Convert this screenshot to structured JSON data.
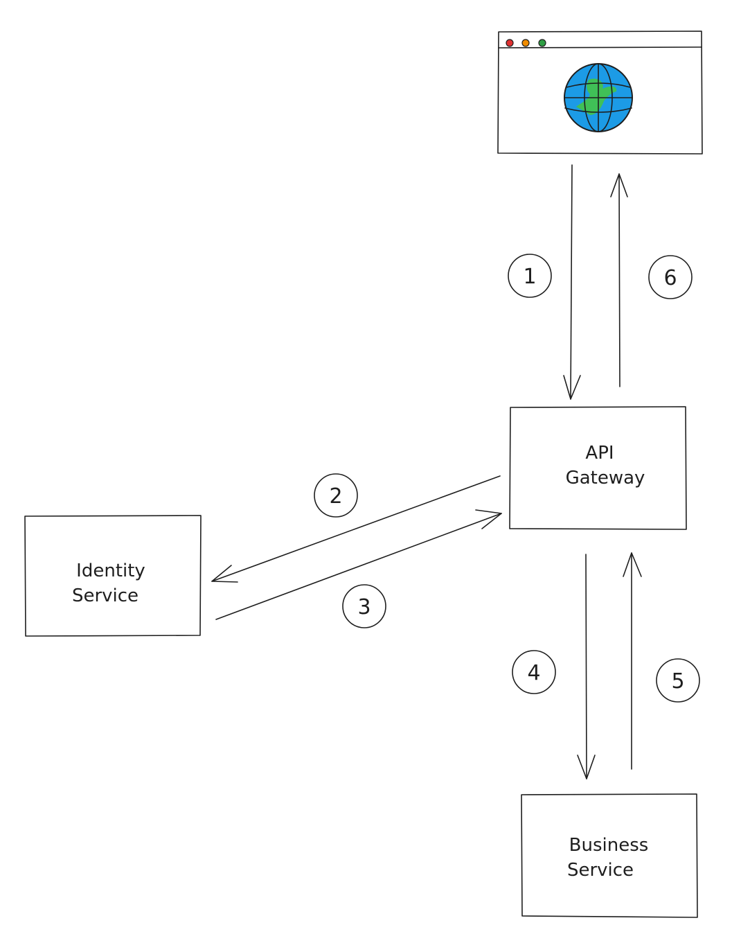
{
  "nodes": {
    "browser": {
      "icon": "browser-globe-icon",
      "dot_colors": [
        "#e03131",
        "#f08c00",
        "#2f9e44"
      ],
      "globe_water": "#1c9be6",
      "globe_land": "#40c057"
    },
    "api_gateway": {
      "line1": "API",
      "line2": "Gateway"
    },
    "identity_service": {
      "line1": "Identity",
      "line2": "Service"
    },
    "business_service": {
      "line1": "Business",
      "line2": "Service"
    }
  },
  "edges": [
    {
      "from": "browser",
      "to": "api_gateway",
      "step": "1"
    },
    {
      "from": "api_gateway",
      "to": "identity_service",
      "step": "2"
    },
    {
      "from": "identity_service",
      "to": "api_gateway",
      "step": "3"
    },
    {
      "from": "api_gateway",
      "to": "business_service",
      "step": "4"
    },
    {
      "from": "business_service",
      "to": "api_gateway",
      "step": "5"
    },
    {
      "from": "api_gateway",
      "to": "browser",
      "step": "6"
    }
  ],
  "colors": {
    "stroke": "#1e1e1e",
    "background": "#ffffff"
  }
}
